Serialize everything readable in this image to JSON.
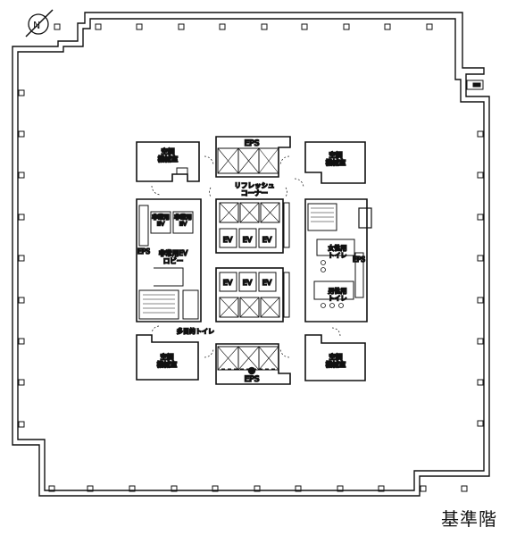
{
  "caption": "基準階",
  "north_marker": "N",
  "labels": {
    "eps_top": "EPS",
    "eps_bottom": "EPS",
    "eps_left": "EPS",
    "eps_right": "EPS",
    "ahu": "空調\n機械室",
    "refresh_corner": "リフレッシュ\nコーナー",
    "emergency_ev": "非常用\nEV",
    "emergency_ev_lobby": "非常用EV\nロビー",
    "ev": "EV",
    "womens_toilet": "女性用\nトイレ",
    "mens_toilet": "男性用\nトイレ",
    "multi_toilet": "多目的トイレ"
  }
}
